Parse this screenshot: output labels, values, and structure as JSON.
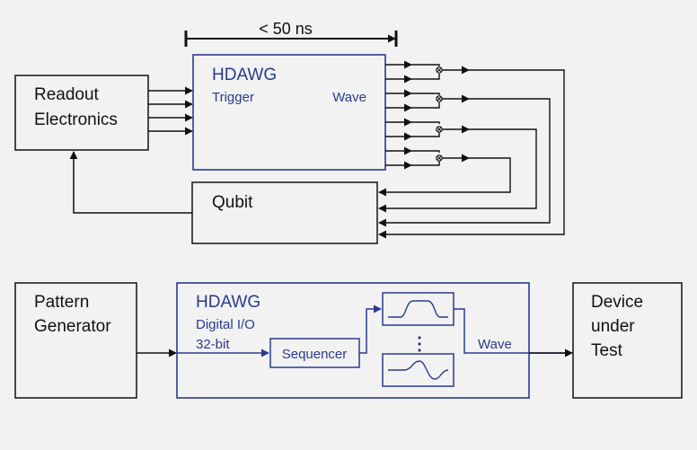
{
  "top_diagram": {
    "timing_label": "< 50 ns",
    "readout_box": {
      "line1": "Readout",
      "line2": "Electronics"
    },
    "hdawg_box": {
      "title": "HDAWG",
      "trigger_label": "Trigger",
      "wave_label": "Wave"
    },
    "qubit_box": {
      "label": "Qubit"
    }
  },
  "bottom_diagram": {
    "pattern_box": {
      "line1": "Pattern",
      "line2": "Generator"
    },
    "hdawg_box": {
      "title": "HDAWG",
      "dio_line1": "Digital I/O",
      "dio_line2": "32-bit",
      "wave_label": "Wave"
    },
    "sequencer_box": {
      "label": "Sequencer"
    },
    "dut_box": {
      "line1": "Device",
      "line2": "under",
      "line3": "Test"
    }
  },
  "colors": {
    "black": "#111111",
    "blue": "#2b3a8e",
    "background": "#f2f2f2"
  }
}
